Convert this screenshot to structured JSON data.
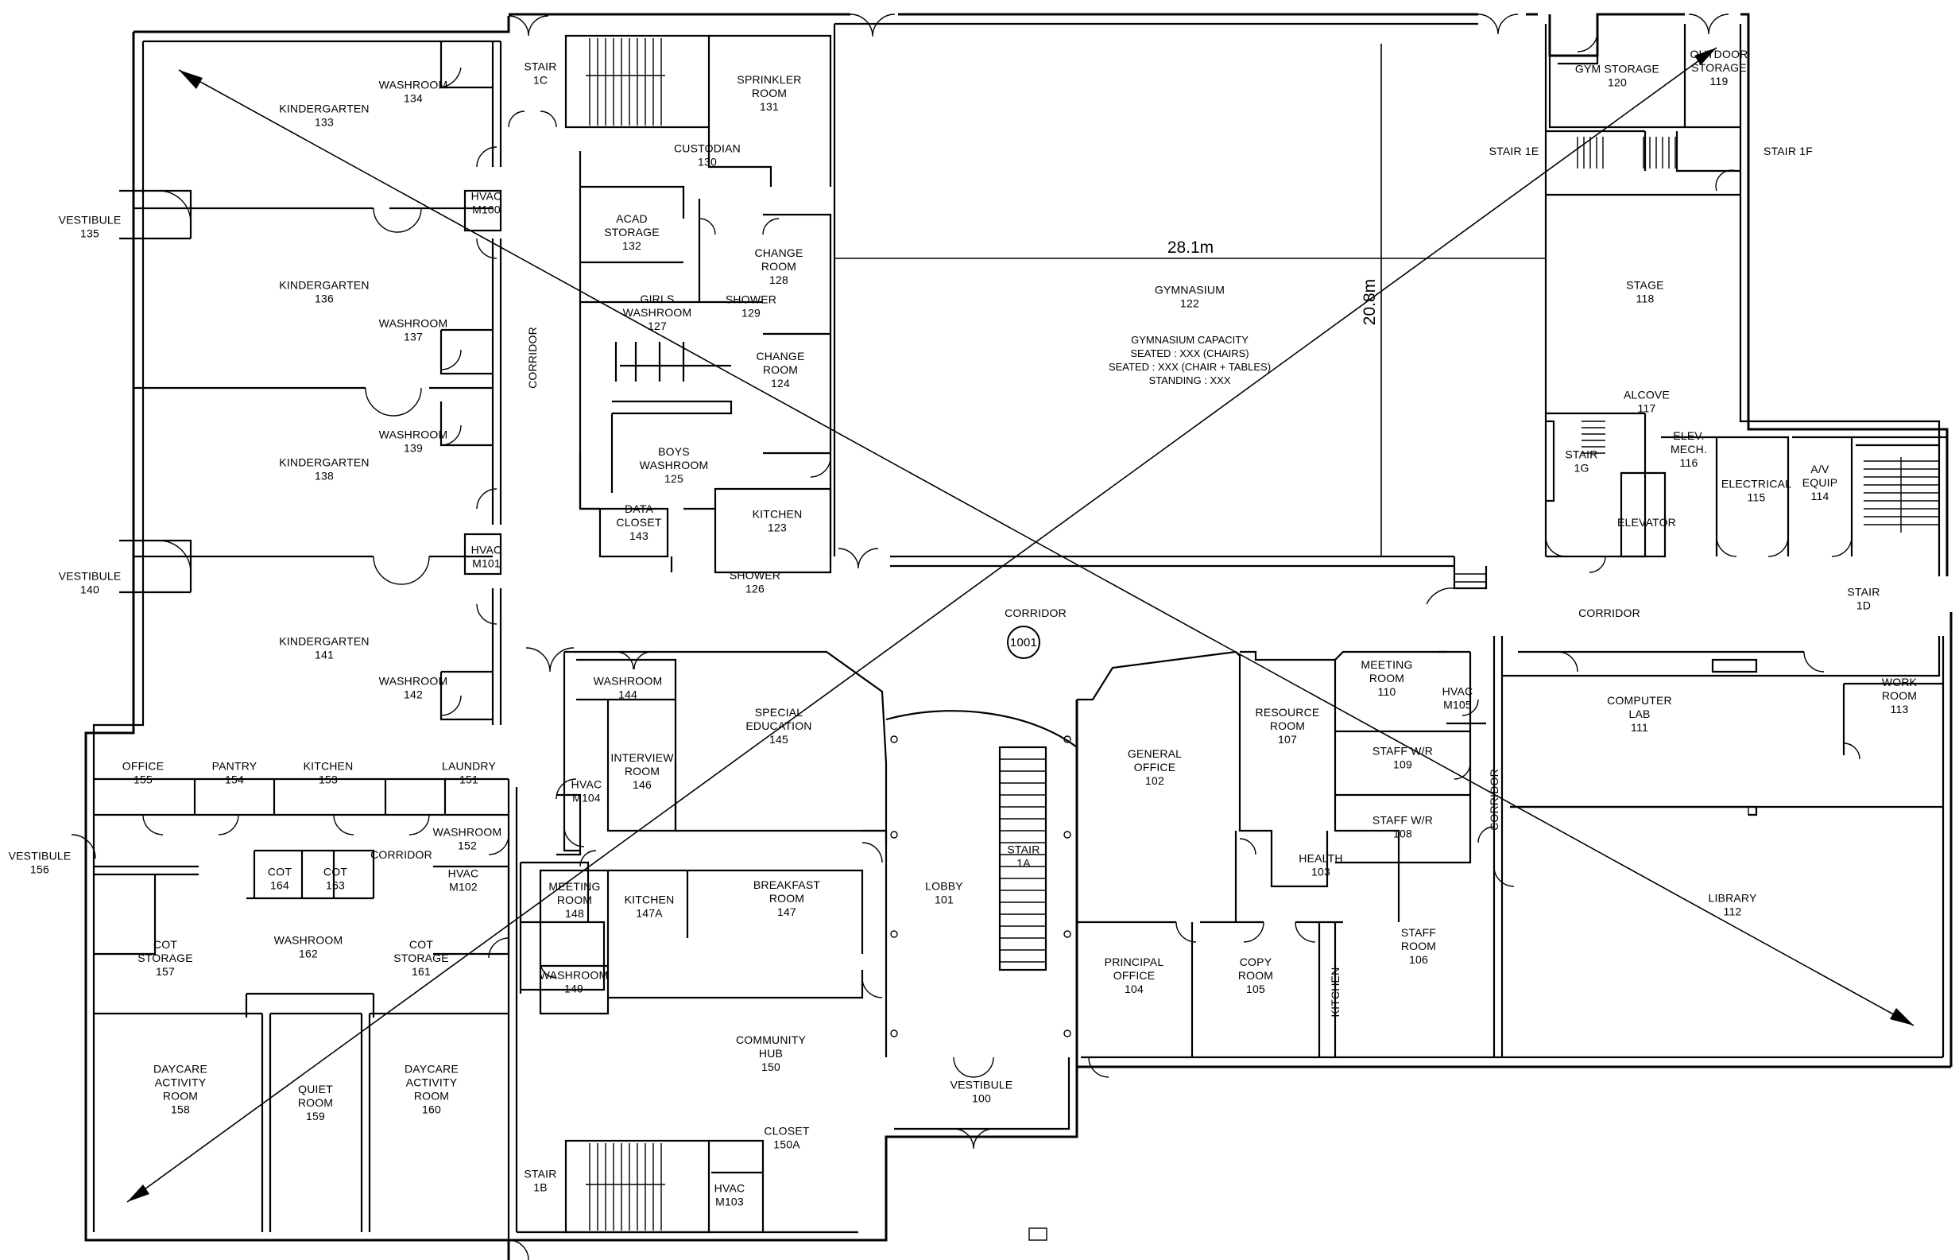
{
  "dimensions": {
    "gym_width": "28.1m",
    "gym_depth": "20.8m"
  },
  "section_marker": "1001",
  "gymnasium_capacity": {
    "title": "GYMNASIUM CAPACITY",
    "seated_chairs": "SEATED : XXX (CHAIRS)",
    "seated_tables": "SEATED : XXX (CHAIR + TABLES)",
    "standing": "STANDING : XXX"
  },
  "rooms": [
    {
      "id": "kindergarten-133",
      "lines": [
        "KINDERGARTEN",
        "133"
      ]
    },
    {
      "id": "washroom-134",
      "lines": [
        "WASHROOM",
        "134"
      ]
    },
    {
      "id": "stair-1c",
      "lines": [
        "STAIR",
        "1C"
      ]
    },
    {
      "id": "sprinkler-131",
      "lines": [
        "SPRINKLER",
        "ROOM",
        "131"
      ]
    },
    {
      "id": "custodian-130",
      "lines": [
        "CUSTODIAN",
        "130"
      ]
    },
    {
      "id": "vestibule-135",
      "lines": [
        "VESTIBULE",
        "135"
      ]
    },
    {
      "id": "hvac-m100",
      "lines": [
        "HVAC",
        "M100"
      ]
    },
    {
      "id": "acad-storage-132",
      "lines": [
        "ACAD",
        "STORAGE",
        "132"
      ]
    },
    {
      "id": "change-room-128",
      "lines": [
        "CHANGE",
        "ROOM",
        "128"
      ]
    },
    {
      "id": "kindergarten-136",
      "lines": [
        "KINDERGARTEN",
        "136"
      ]
    },
    {
      "id": "shower-129",
      "lines": [
        "SHOWER",
        "129"
      ]
    },
    {
      "id": "girls-washroom-127",
      "lines": [
        "GIRLS",
        "WASHROOM",
        "127"
      ]
    },
    {
      "id": "washroom-137",
      "lines": [
        "WASHROOM",
        "137"
      ]
    },
    {
      "id": "corridor-west",
      "lines": [
        "CORRIDOR"
      ]
    },
    {
      "id": "change-room-124",
      "lines": [
        "CHANGE",
        "ROOM",
        "124"
      ]
    },
    {
      "id": "washroom-139",
      "lines": [
        "WASHROOM",
        "139"
      ]
    },
    {
      "id": "kindergarten-138",
      "lines": [
        "KINDERGARTEN",
        "138"
      ]
    },
    {
      "id": "boys-washroom-125",
      "lines": [
        "BOYS",
        "WASHROOM",
        "125"
      ]
    },
    {
      "id": "data-closet-143",
      "lines": [
        "DATA",
        "CLOSET",
        "143"
      ]
    },
    {
      "id": "kitchen-123",
      "lines": [
        "KITCHEN",
        "123"
      ]
    },
    {
      "id": "hvac-m101",
      "lines": [
        "HVAC",
        "M101"
      ]
    },
    {
      "id": "vestibule-140",
      "lines": [
        "VESTIBULE",
        "140"
      ]
    },
    {
      "id": "shower-126",
      "lines": [
        "SHOWER",
        "126"
      ]
    },
    {
      "id": "kindergarten-141",
      "lines": [
        "KINDERGARTEN",
        "141"
      ]
    },
    {
      "id": "washroom-142",
      "lines": [
        "WASHROOM",
        "142"
      ]
    },
    {
      "id": "washroom-144",
      "lines": [
        "WASHROOM",
        "144"
      ]
    },
    {
      "id": "special-education-145",
      "lines": [
        "SPECIAL",
        "EDUCATION",
        "145"
      ]
    },
    {
      "id": "office-155",
      "lines": [
        "OFFICE",
        "155"
      ]
    },
    {
      "id": "pantry-154",
      "lines": [
        "PANTRY",
        "154"
      ]
    },
    {
      "id": "kitchen-153",
      "lines": [
        "KITCHEN",
        "153"
      ]
    },
    {
      "id": "laundry-151",
      "lines": [
        "LAUNDRY",
        "151"
      ]
    },
    {
      "id": "interview-146",
      "lines": [
        "INTERVIEW",
        "ROOM",
        "146"
      ]
    },
    {
      "id": "hvac-m104",
      "lines": [
        "HVAC",
        "M104"
      ]
    },
    {
      "id": "vestibule-156",
      "lines": [
        "VESTIBULE",
        "156"
      ]
    },
    {
      "id": "washroom-152",
      "lines": [
        "WASHROOM",
        "152"
      ]
    },
    {
      "id": "corridor-daycare",
      "lines": [
        "CORRIDOR"
      ]
    },
    {
      "id": "cot-164",
      "lines": [
        "COT",
        "164"
      ]
    },
    {
      "id": "cot-163",
      "lines": [
        "COT",
        "163"
      ]
    },
    {
      "id": "hvac-m102",
      "lines": [
        "HVAC",
        "M102"
      ]
    },
    {
      "id": "meeting-148",
      "lines": [
        "MEETING",
        "ROOM",
        "148"
      ]
    },
    {
      "id": "kitchen-147a",
      "lines": [
        "KITCHEN",
        "147A"
      ]
    },
    {
      "id": "breakfast-147",
      "lines": [
        "BREAKFAST",
        "ROOM",
        "147"
      ]
    },
    {
      "id": "washroom-162",
      "lines": [
        "WASHROOM",
        "162"
      ]
    },
    {
      "id": "cot-storage-157",
      "lines": [
        "COT",
        "STORAGE",
        "157"
      ]
    },
    {
      "id": "cot-storage-161",
      "lines": [
        "COT",
        "STORAGE",
        "161"
      ]
    },
    {
      "id": "washroom-149",
      "lines": [
        "WASHROOM",
        "149"
      ]
    },
    {
      "id": "community-hub-150",
      "lines": [
        "COMMUNITY",
        "HUB",
        "150"
      ]
    },
    {
      "id": "daycare-158",
      "lines": [
        "DAYCARE",
        "ACTIVITY",
        "ROOM",
        "158"
      ]
    },
    {
      "id": "quiet-159",
      "lines": [
        "QUIET",
        "ROOM",
        "159"
      ]
    },
    {
      "id": "daycare-160",
      "lines": [
        "DAYCARE",
        "ACTIVITY",
        "ROOM",
        "160"
      ]
    },
    {
      "id": "closet-150a",
      "lines": [
        "CLOSET",
        "150A"
      ]
    },
    {
      "id": "stair-1b",
      "lines": [
        "STAIR",
        "1B"
      ]
    },
    {
      "id": "hvac-m103",
      "lines": [
        "HVAC",
        "M103"
      ]
    },
    {
      "id": "gymnasium-122",
      "lines": [
        "GYMNASIUM",
        "122"
      ]
    },
    {
      "id": "gym-storage-120",
      "lines": [
        "GYM STORAGE",
        "120"
      ]
    },
    {
      "id": "outdoor-storage-119",
      "lines": [
        "OUTDOOR",
        "STORAGE",
        "119"
      ]
    },
    {
      "id": "stair-1e",
      "lines": [
        "STAIR 1E"
      ]
    },
    {
      "id": "stair-1f",
      "lines": [
        "STAIR 1F"
      ]
    },
    {
      "id": "stage-118",
      "lines": [
        "STAGE",
        "118"
      ]
    },
    {
      "id": "alcove-117",
      "lines": [
        "ALCOVE",
        "117"
      ]
    },
    {
      "id": "stair-1g",
      "lines": [
        "STAIR",
        "1G"
      ]
    },
    {
      "id": "elev-mech-116",
      "lines": [
        "ELEV.",
        "MECH.",
        "116"
      ]
    },
    {
      "id": "electrical-115",
      "lines": [
        "ELECTRICAL",
        "115"
      ]
    },
    {
      "id": "av-equip-114",
      "lines": [
        "A/V",
        "EQUIP",
        "114"
      ]
    },
    {
      "id": "elevator",
      "lines": [
        "ELEVATOR"
      ]
    },
    {
      "id": "corridor-center",
      "lines": [
        "CORRIDOR"
      ]
    },
    {
      "id": "corridor-east",
      "lines": [
        "CORRIDOR"
      ]
    },
    {
      "id": "stair-1d",
      "lines": [
        "STAIR",
        "1D"
      ]
    },
    {
      "id": "meeting-110",
      "lines": [
        "MEETING",
        "ROOM",
        "110"
      ]
    },
    {
      "id": "hvac-m105",
      "lines": [
        "HVAC",
        "M105"
      ]
    },
    {
      "id": "work-room-113",
      "lines": [
        "WORK",
        "ROOM",
        "113"
      ]
    },
    {
      "id": "computer-lab-111",
      "lines": [
        "COMPUTER",
        "LAB",
        "111"
      ]
    },
    {
      "id": "resource-107",
      "lines": [
        "RESOURCE",
        "ROOM",
        "107"
      ]
    },
    {
      "id": "general-office-102",
      "lines": [
        "GENERAL",
        "OFFICE",
        "102"
      ]
    },
    {
      "id": "staff-wr-109",
      "lines": [
        "STAFF W/R",
        "109"
      ]
    },
    {
      "id": "corridor-office",
      "lines": [
        "CORRIDOR"
      ]
    },
    {
      "id": "staff-wr-108",
      "lines": [
        "STAFF W/R",
        "108"
      ]
    },
    {
      "id": "health-103",
      "lines": [
        "HEALTH",
        "103"
      ]
    },
    {
      "id": "lobby-101",
      "lines": [
        "LOBBY",
        "101"
      ]
    },
    {
      "id": "stair-1a",
      "lines": [
        "STAIR",
        "1A"
      ]
    },
    {
      "id": "library-112",
      "lines": [
        "LIBRARY",
        "112"
      ]
    },
    {
      "id": "staff-room-106",
      "lines": [
        "STAFF",
        "ROOM",
        "106"
      ]
    },
    {
      "id": "principal-104",
      "lines": [
        "PRINCIPAL",
        "OFFICE",
        "104"
      ]
    },
    {
      "id": "copy-105",
      "lines": [
        "COPY",
        "ROOM",
        "105"
      ]
    },
    {
      "id": "kitchen-office",
      "lines": [
        "KITCHEN"
      ]
    },
    {
      "id": "vestibule-100",
      "lines": [
        "VESTIBULE",
        "100"
      ]
    }
  ]
}
